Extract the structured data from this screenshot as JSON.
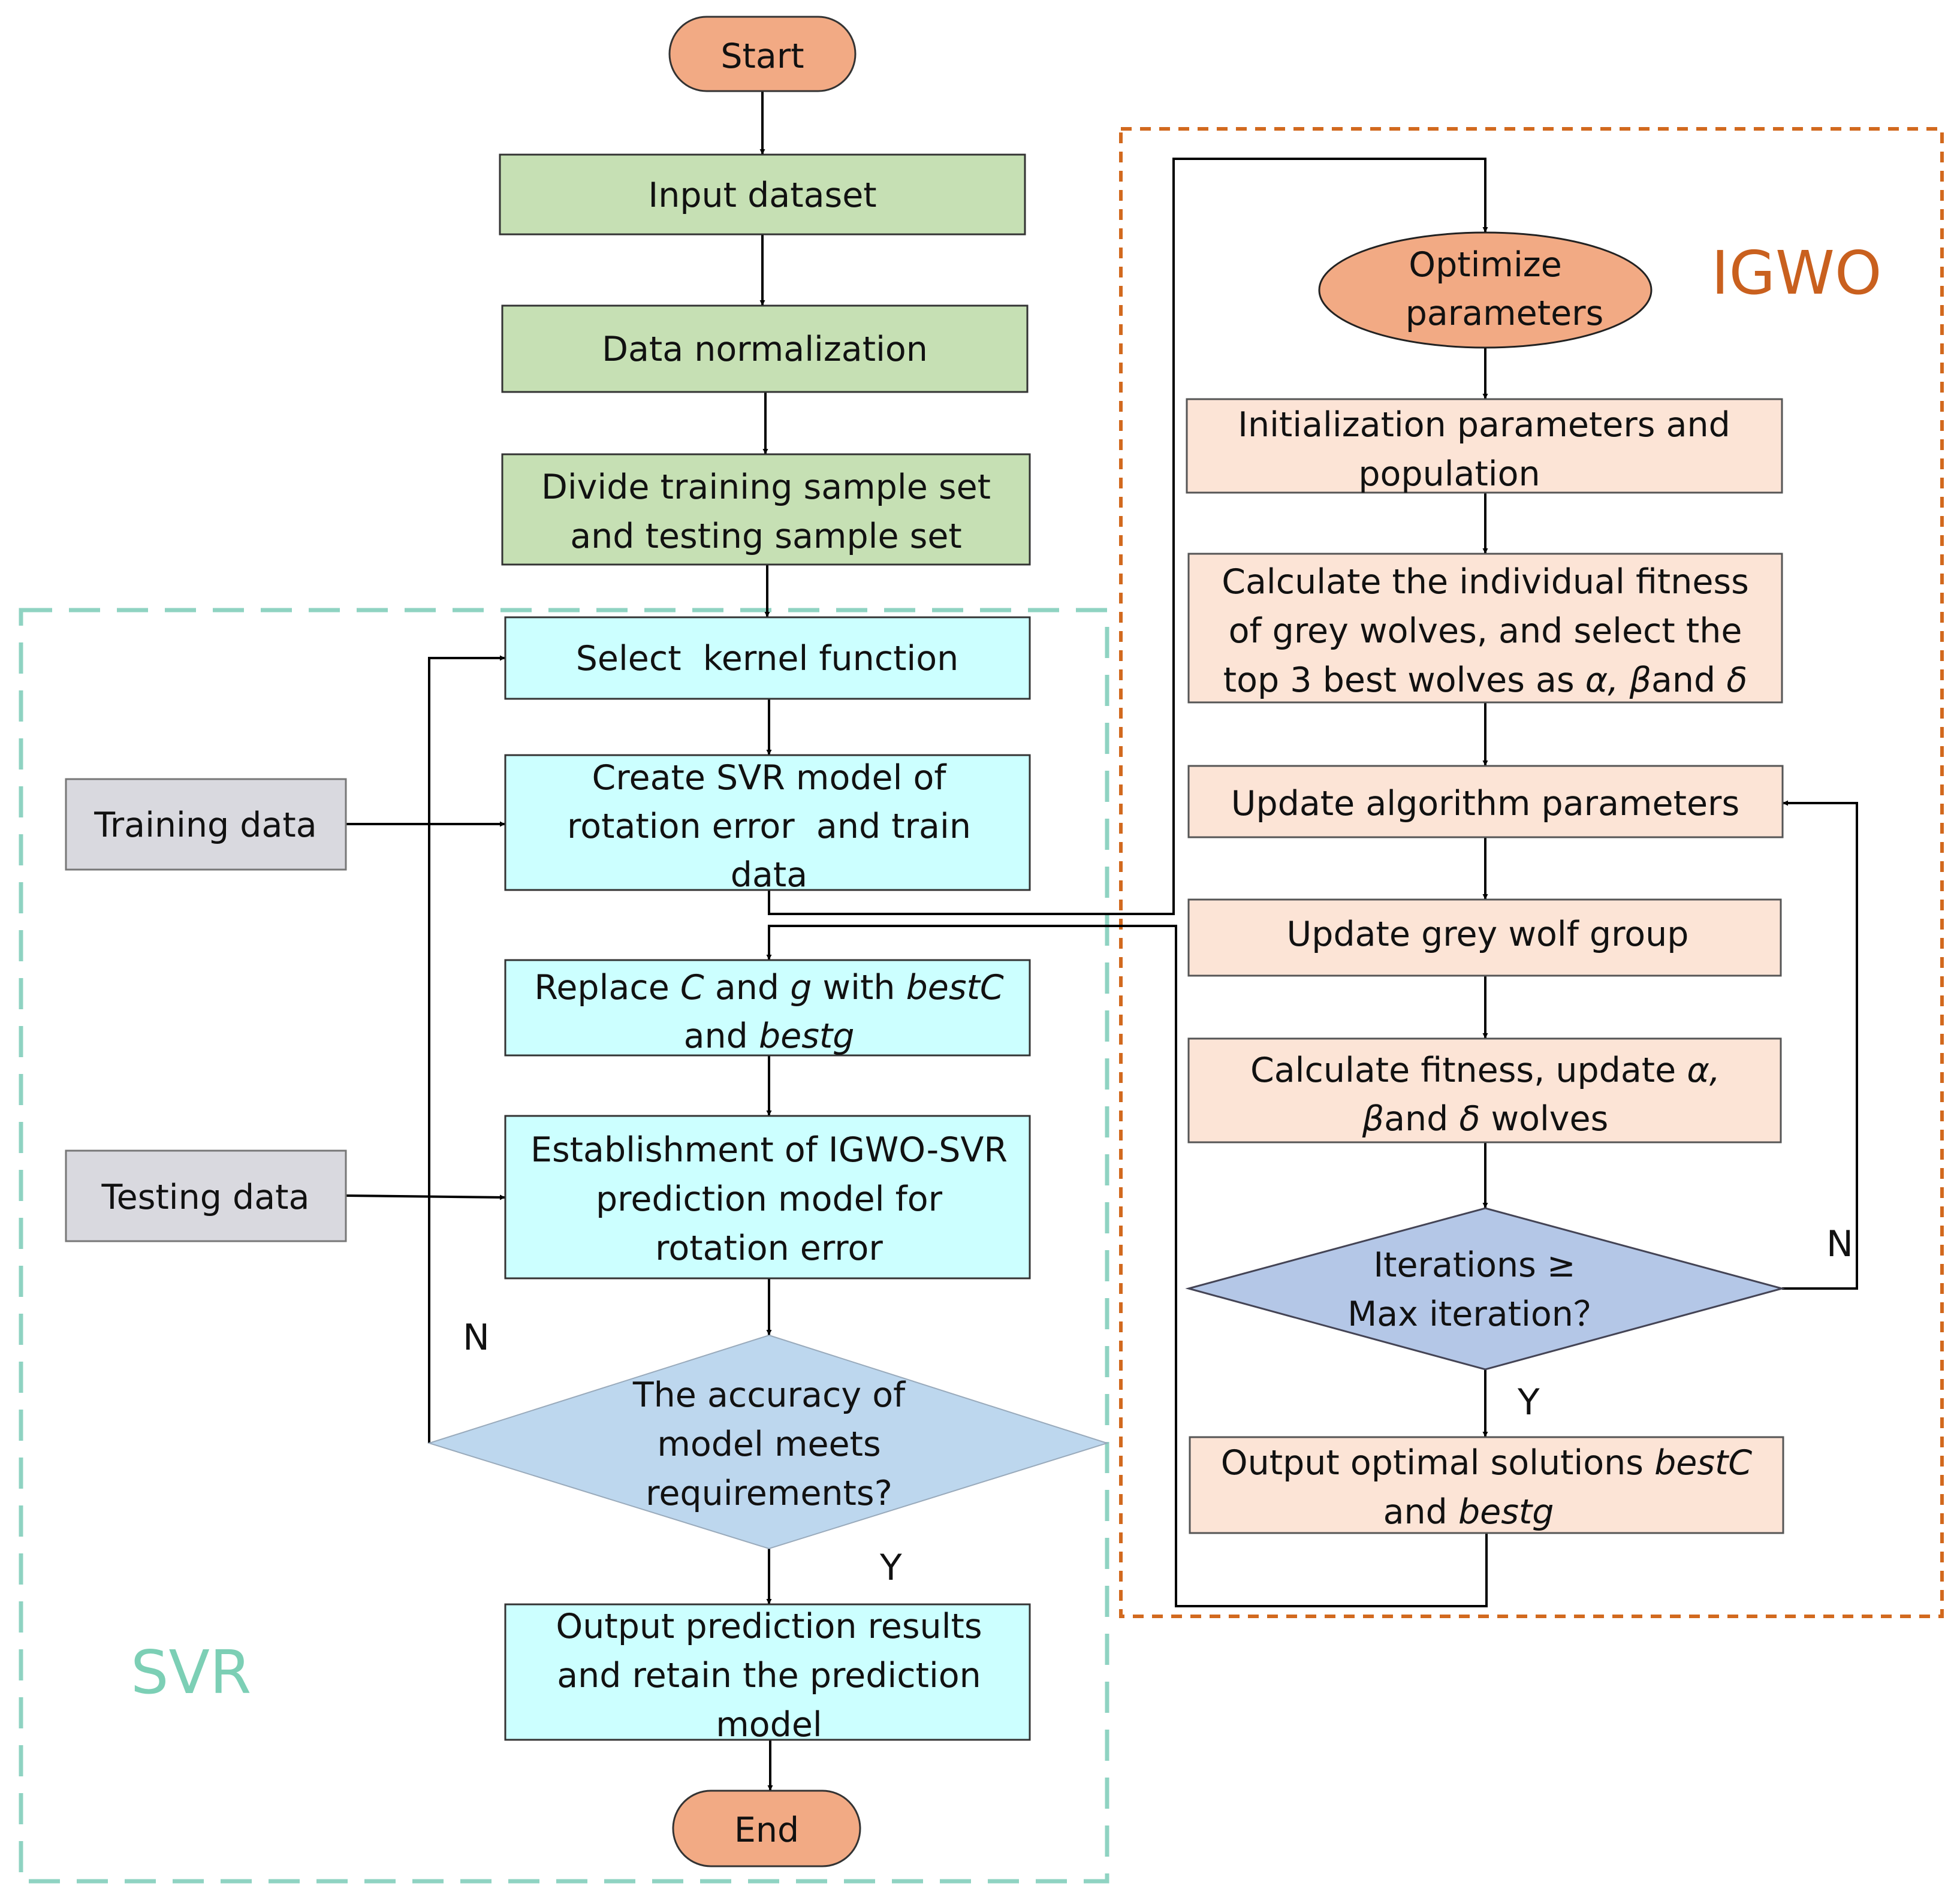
{
  "colors": {
    "terminal": "#f2aa84",
    "input_block": "#c6e0b4",
    "svr_block": "#ccffff",
    "external_data": "#d9d9df",
    "svr_decision": "#bdd7ee",
    "igwo_block": "#fce4d6",
    "igwo_decision": "#b4c7e7",
    "svr_region": "#8fd3c2",
    "igwo_region": "#d2691e"
  },
  "groups": {
    "svr_label": "SVR",
    "igwo_label": "IGWO"
  },
  "nodes": {
    "start": [
      "Start"
    ],
    "input_dataset": [
      "Input dataset"
    ],
    "data_normalization": [
      "Data normalization"
    ],
    "divide_samples": [
      "Divide training sample set",
      "and testing sample set"
    ],
    "select_kernel": [
      "Select  kernel function"
    ],
    "create_svr": [
      "Create SVR model of",
      "rotation error  and train",
      "data"
    ],
    "replace_c_g": {
      "line1": [
        "Replace ",
        "C",
        " and ",
        "g",
        " with ",
        "bestC"
      ],
      "line2": [
        "and ",
        "bestg"
      ]
    },
    "establish_model": [
      "Establishment of IGWO-SVR",
      "prediction model for",
      "rotation error"
    ],
    "accuracy_check": [
      "The accuracy of",
      "model meets",
      "requirements?"
    ],
    "output_results": [
      "Output prediction results",
      "and retain the prediction",
      "model"
    ],
    "end": [
      "End"
    ],
    "training_data": [
      "Training data"
    ],
    "testing_data": [
      "Testing data"
    ],
    "optimize_parameters": [
      "Optimize",
      "parameters"
    ],
    "init_population": [
      "Initialization parameters and",
      "population"
    ],
    "calc_fitness": {
      "line1": "Calculate the individual fitness",
      "line2": "of grey wolves, and select the",
      "line3": [
        "top 3 best wolves as ",
        "α, β",
        "and ",
        "δ"
      ]
    },
    "update_params": [
      "Update algorithm parameters"
    ],
    "update_group": [
      "Update grey wolf group"
    ],
    "calc_update": {
      "line1": [
        "Calculate fitness, update ",
        "α,"
      ],
      "line2": [
        "β",
        "and ",
        "δ",
        " wolves"
      ]
    },
    "iterations_check": [
      "Iterations ≥",
      "Max iteration？"
    ],
    "output_optimal": {
      "line1": [
        "Output optimal solutions ",
        "bestC"
      ],
      "line2": [
        "and ",
        "bestg"
      ]
    }
  },
  "edge_labels": {
    "yes": "Y",
    "no": "N"
  }
}
